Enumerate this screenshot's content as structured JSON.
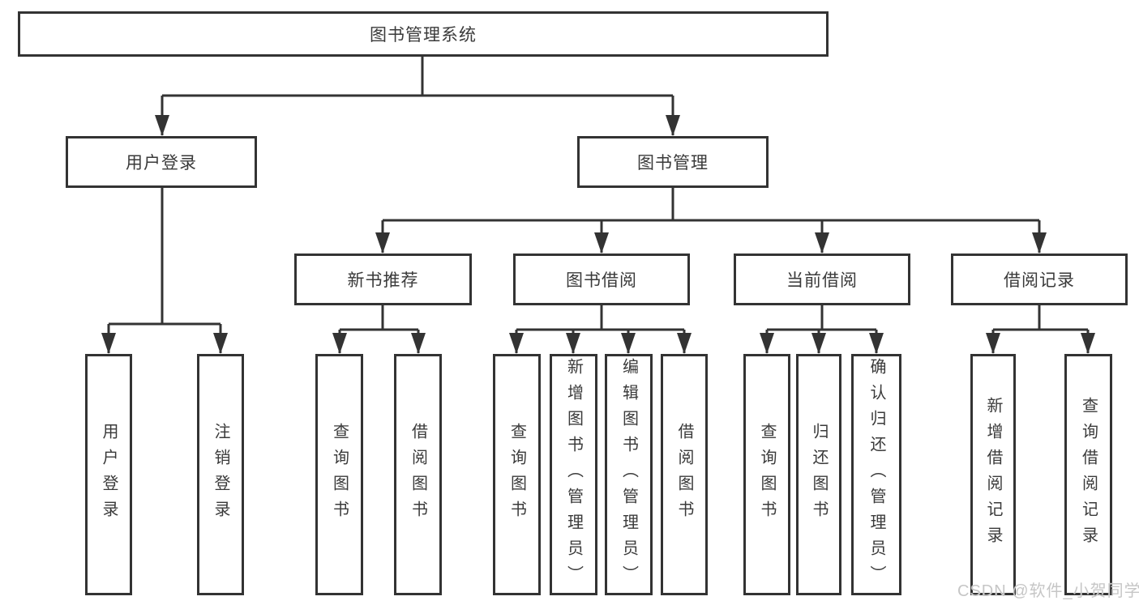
{
  "colors": {
    "background": "#ffffff",
    "line": "#333333",
    "box_border": "#333333",
    "text": "#3a3a3a",
    "watermark": "#c6c6c6"
  },
  "watermark": "CSDN @软件_小贺同学",
  "diagram": {
    "root": "图书管理系统",
    "level1": [
      {
        "label": "用户登录"
      },
      {
        "label": "图书管理"
      }
    ],
    "level2": [
      {
        "parent": "图书管理",
        "label": "新书推荐"
      },
      {
        "parent": "图书管理",
        "label": "图书借阅"
      },
      {
        "parent": "图书管理",
        "label": "当前借阅"
      },
      {
        "parent": "图书管理",
        "label": "借阅记录"
      }
    ],
    "leaves": [
      {
        "parent": "用户登录",
        "label": "用户登录"
      },
      {
        "parent": "用户登录",
        "label": "注销登录"
      },
      {
        "parent": "新书推荐",
        "label": "查询图书"
      },
      {
        "parent": "新书推荐",
        "label": "借阅图书"
      },
      {
        "parent": "图书借阅",
        "label": "查询图书"
      },
      {
        "parent": "图书借阅",
        "label": "新增图书（管理员）"
      },
      {
        "parent": "图书借阅",
        "label": "编辑图书（管理员）"
      },
      {
        "parent": "图书借阅",
        "label": "借阅图书"
      },
      {
        "parent": "当前借阅",
        "label": "查询图书"
      },
      {
        "parent": "当前借阅",
        "label": "归还图书"
      },
      {
        "parent": "当前借阅",
        "label": "确认归还（管理员）"
      },
      {
        "parent": "借阅记录",
        "label": "新增借阅记录"
      },
      {
        "parent": "借阅记录",
        "label": "查询借阅记录"
      }
    ]
  }
}
